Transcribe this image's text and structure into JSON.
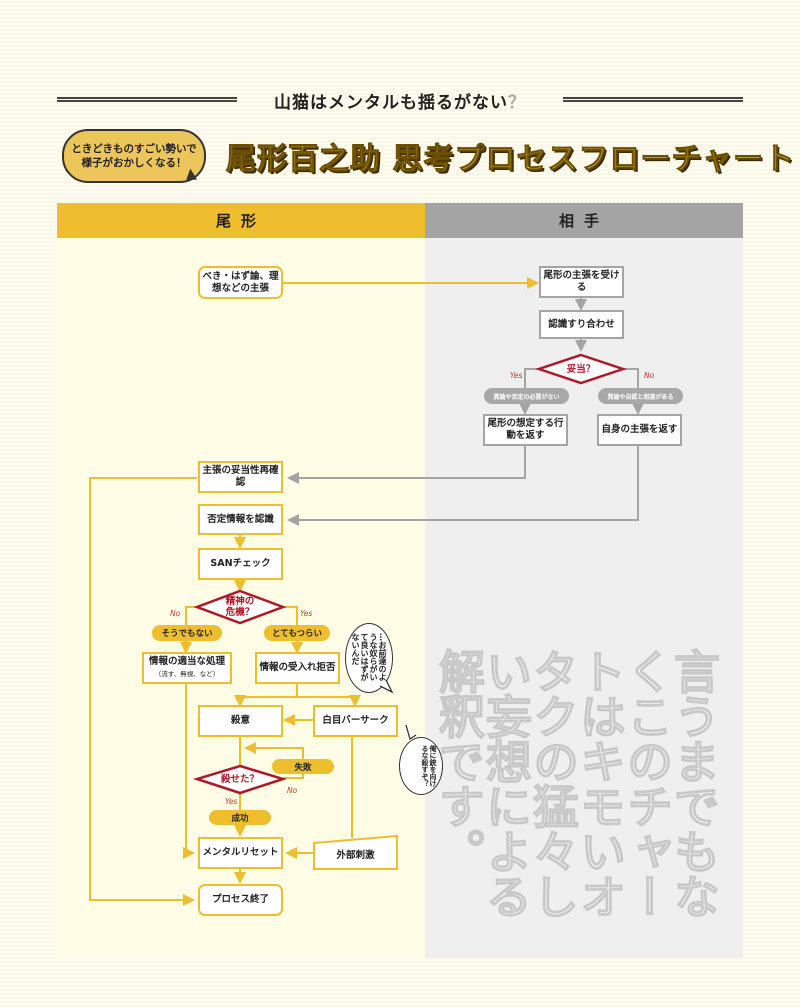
{
  "header": {
    "subtitle": "山猫はメンタルも揺るがない",
    "subtitle_mark": "？",
    "bubble": "ときどきものすごい勢いで様子がおかしくなる！",
    "bubble_line1": "ときどきものすごい勢いで",
    "bubble_line2": "様子がおかしくなる！",
    "title": "尾形百之助 思考プロセスフローチャート"
  },
  "columns": {
    "left": "尾形",
    "right": "相手"
  },
  "colors": {
    "accent_yellow": "#efbe2e",
    "gray": "#a4a4a4",
    "decision_red": "#b0182a",
    "lane_left_bg": "#fffde6",
    "lane_right_bg": "#efefef"
  },
  "flow": {
    "start": "べき・はず論、理想などの主張",
    "receive": "尾形の主張を受ける",
    "match": "認識すり合わせ",
    "valid_q": "妥当？",
    "yes": "Yes",
    "no": "No",
    "valid_yes_cond": "異論や否定の必要がない",
    "valid_no_cond": "異論や自認と相違がある",
    "return_expected": "尾形の想定する行動を返す",
    "return_own": "自身の主張を返す",
    "recheck": "主張の妥当性再確認",
    "recognize_neg": "否定情報を認識",
    "san_check": "SANチェック",
    "crisis_q": "精神の危機？",
    "crisis_no_cond": "そうでもない",
    "crisis_yes_cond": "とてもつらい",
    "process_info": "情報の適当な処理",
    "process_info_note": "（流す、無視、など）",
    "reject_info": "情報の受入れ拒否",
    "murder_intent": "殺意",
    "berserk": "白目バーサーク",
    "killed_q": "殺せた？",
    "fail": "失敗",
    "success": "成功",
    "mental_reset": "メンタルリセット",
    "external_stim": "外部刺激",
    "end": "プロセス終了"
  },
  "speech": {
    "bubble1": "…お前達のような奴らがいて良いはずがないんだ",
    "bubble2": "俺に銃を向けるな殺すぞ？"
  },
  "disclaimer": "言うまでもなくこのチャートはキモいオタクの猛々しい妄想による解釈です。"
}
